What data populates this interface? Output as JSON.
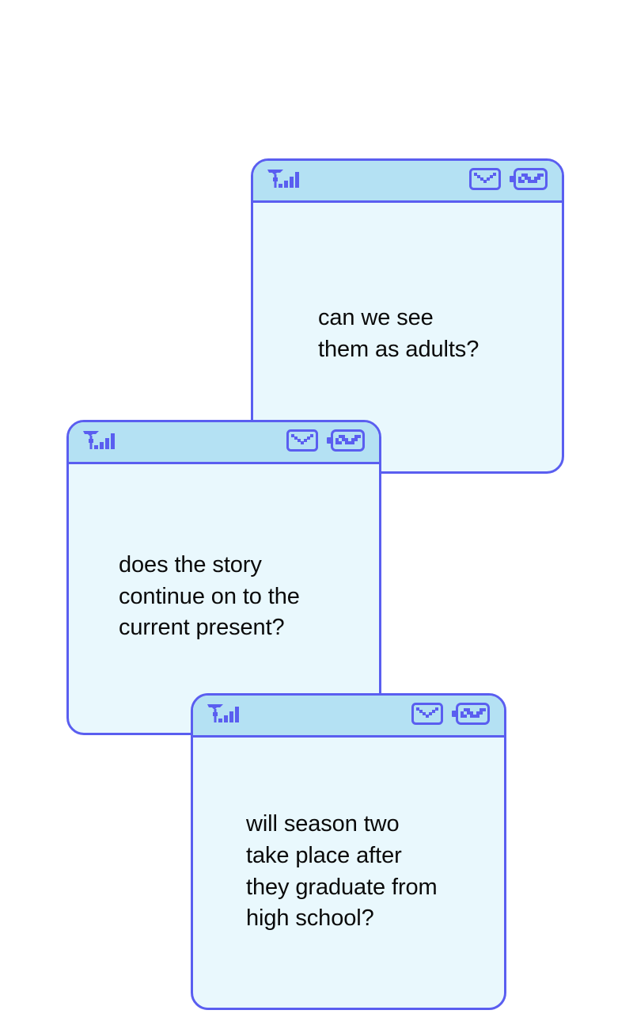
{
  "palette": {
    "page_background": "#ffffff",
    "card_border": "#5a5ef0",
    "card_body_background": "#e9f8fd",
    "status_bar_background": "#b4e1f3",
    "icon_color": "#5a5ef0",
    "message_text": "#0a0a0a"
  },
  "cards": [
    {
      "id": "card-1",
      "status_bar": {
        "signal_icon": "signal-bars-icon",
        "signal_bars_total": 4,
        "signal_bars_filled": 4,
        "mail_icon": "envelope-icon",
        "battery_icon": "battery-icon"
      },
      "message": "can we see\nthem as adults?"
    },
    {
      "id": "card-2",
      "status_bar": {
        "signal_icon": "signal-bars-icon",
        "signal_bars_total": 4,
        "signal_bars_filled": 4,
        "mail_icon": "envelope-icon",
        "battery_icon": "battery-icon"
      },
      "message": "does the story\ncontinue on to the\ncurrent present?"
    },
    {
      "id": "card-3",
      "status_bar": {
        "signal_icon": "signal-bars-icon",
        "signal_bars_total": 4,
        "signal_bars_filled": 4,
        "mail_icon": "envelope-icon",
        "battery_icon": "battery-icon"
      },
      "message": "will season two\ntake place after\nthey graduate from\nhigh school?"
    }
  ]
}
